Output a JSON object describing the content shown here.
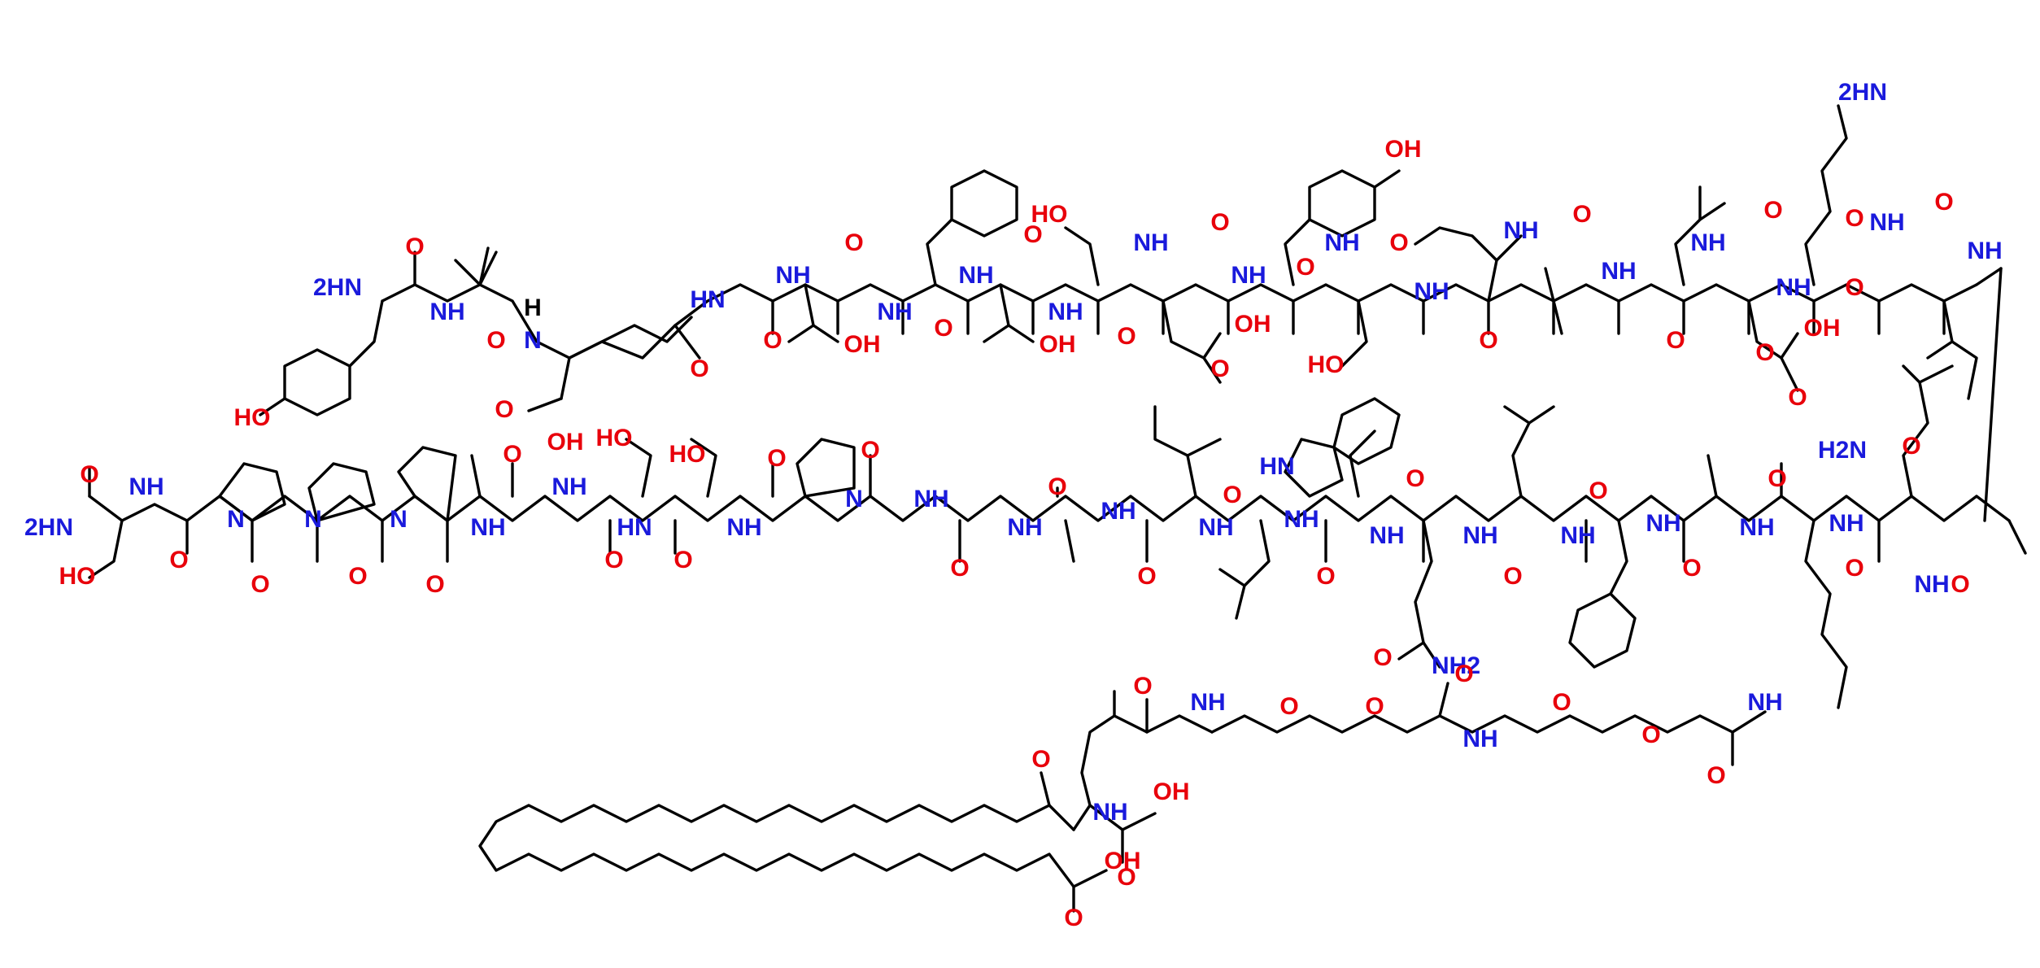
{
  "colors": {
    "bond": "#000000",
    "oxygen": "#e8000b",
    "nitrogen": "#1a1adc",
    "hydrogen": "#000000",
    "background": "#ffffff"
  },
  "atom_labels": {
    "nh2_top_right": "2HN",
    "nh2_n_terminus": "2HN",
    "nh2_c_terminus": "2HN",
    "gln_side_amide": "H2N",
    "gln_side_amide_2": "NH2",
    "oh": "OH",
    "ho": "HO",
    "o": "O",
    "n": "N",
    "nh": "NH",
    "hn": "HN",
    "h": "H"
  }
}
